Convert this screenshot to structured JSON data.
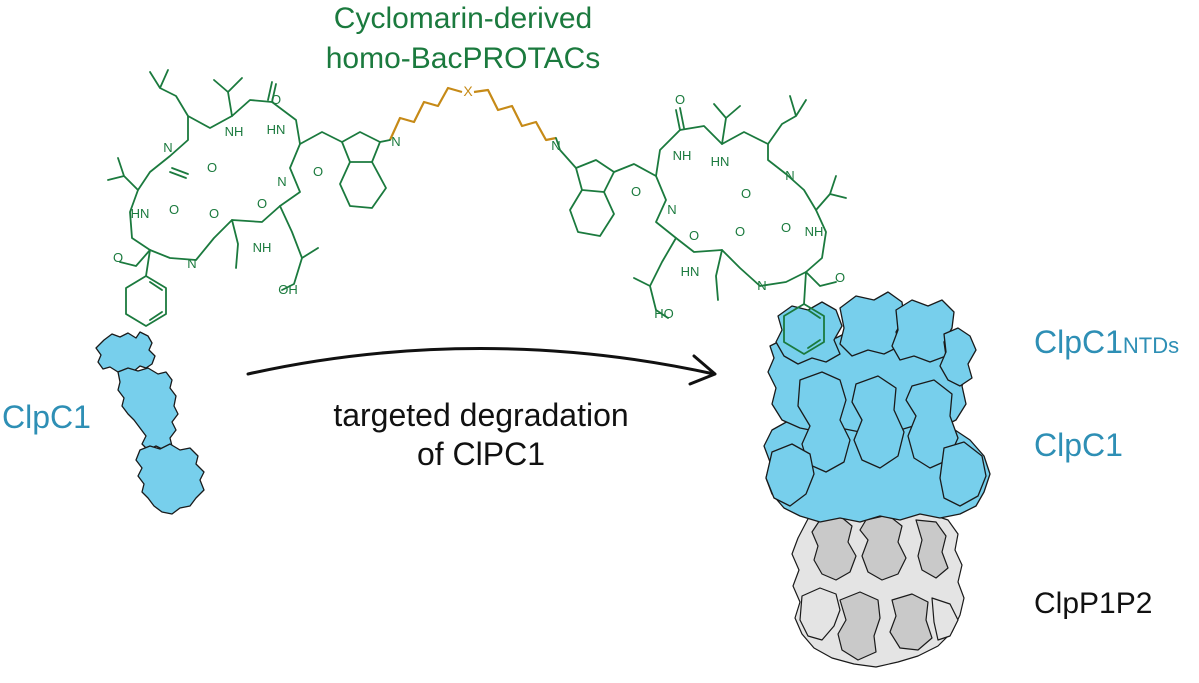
{
  "title": {
    "line1": "Cyclomarin-derived",
    "line2": "homo-BacPROTACs"
  },
  "linker_atom": "X",
  "atoms": {
    "N": "N",
    "NH": "NH",
    "HN": "HN",
    "O": "O",
    "OH": "OH",
    "HO": "HO"
  },
  "labels": {
    "left_protein": "ClpC1",
    "right_top_protein_base": "ClpC1",
    "right_top_protein_sub": "NTDs",
    "right_middle_protein": "ClpC1",
    "right_bottom_protein": "ClpP1P2"
  },
  "arrow_text": {
    "line1": "targeted degradation",
    "line2": "of ClPC1"
  },
  "colors": {
    "title_green": "#1b7a3e",
    "structure_green": "#1b7a3e",
    "linker_orange": "#c68a17",
    "protein_blue": "#77cfec",
    "label_blue": "#2e8fb5",
    "clpp_light": "#e4e4e4",
    "clpp_dark": "#c8c8c8"
  }
}
